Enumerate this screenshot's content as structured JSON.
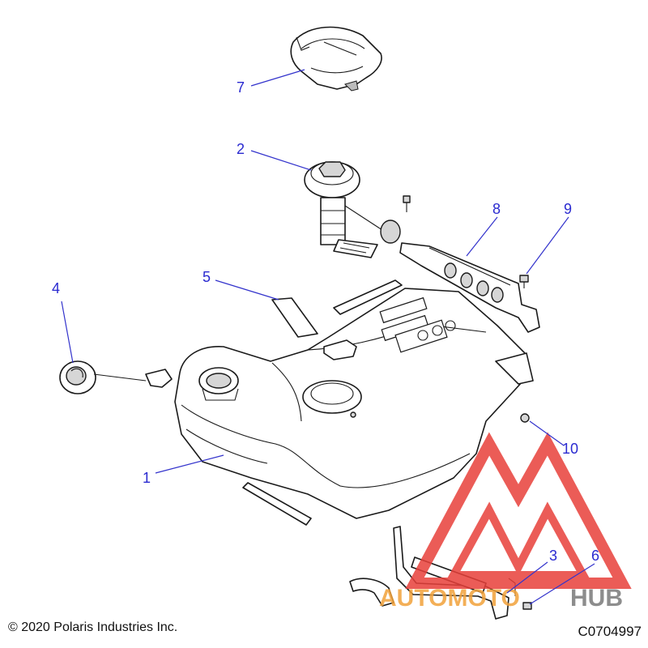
{
  "callouts": [
    {
      "num": "1"
    },
    {
      "num": "2"
    },
    {
      "num": "3"
    },
    {
      "num": "4"
    },
    {
      "num": "5"
    },
    {
      "num": "6"
    },
    {
      "num": "7"
    },
    {
      "num": "8"
    },
    {
      "num": "9"
    },
    {
      "num": "10"
    }
  ],
  "footer": {
    "copyright": "© 2020 Polaris Industries Inc.",
    "diagram_code": "C0704997"
  },
  "watermark": {
    "text_part1": "AUTOMOTO",
    "text_part2": "HUB",
    "color_orange": "#f2a23a",
    "color_red": "#e8403a",
    "color_grey": "#7a7a7a"
  },
  "colors": {
    "callout": "#2a2ad0",
    "line": "#1a1a1a"
  }
}
